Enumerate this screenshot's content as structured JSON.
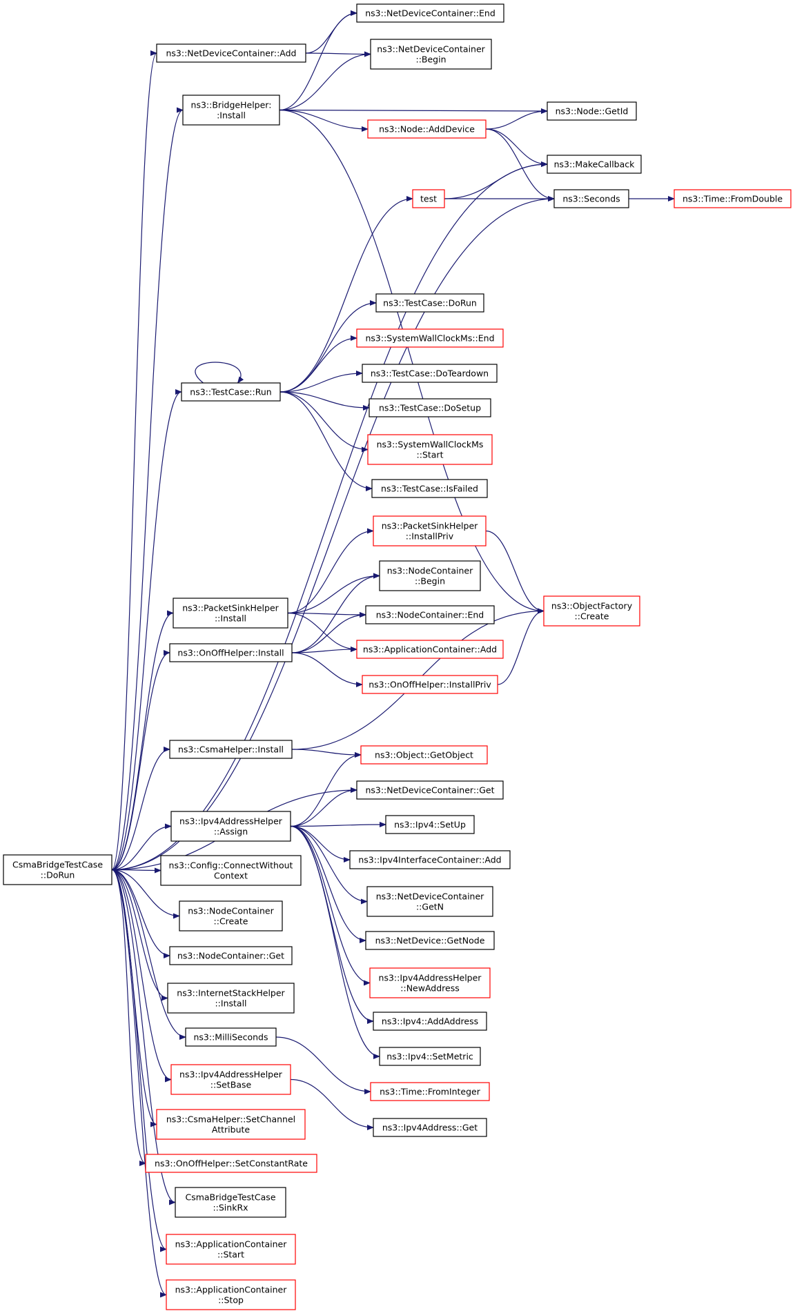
{
  "colors": {
    "edge": "#191970",
    "node_border": "#000000",
    "node_border_incomplete": "#ff0000",
    "root_fill": "#bfbfbf",
    "node_fill": "#ffffff"
  },
  "graph": {
    "root": "doRun",
    "nodes": [
      {
        "id": "doRun",
        "lines": [
          "CsmaBridgeTestCase",
          "::DoRun"
        ],
        "root": true
      },
      {
        "id": "ndcAdd",
        "lines": [
          "ns3::NetDeviceContainer::Add"
        ]
      },
      {
        "id": "ndcEnd",
        "lines": [
          "ns3::NetDeviceContainer::End"
        ]
      },
      {
        "id": "ndcBegin",
        "lines": [
          "ns3::NetDeviceContainer",
          "::Begin"
        ]
      },
      {
        "id": "bridgeInstall",
        "lines": [
          "ns3::BridgeHelper:",
          ":Install"
        ]
      },
      {
        "id": "nodeGetId",
        "lines": [
          "ns3::Node::GetId"
        ]
      },
      {
        "id": "nodeAddDevice",
        "lines": [
          "ns3::Node::AddDevice"
        ],
        "red": true
      },
      {
        "id": "makeCallback",
        "lines": [
          "ns3::MakeCallback"
        ]
      },
      {
        "id": "test",
        "lines": [
          "test"
        ],
        "red": true
      },
      {
        "id": "seconds",
        "lines": [
          "ns3::Seconds"
        ]
      },
      {
        "id": "timeFromDouble",
        "lines": [
          "ns3::Time::FromDouble"
        ],
        "red": true
      },
      {
        "id": "tcDoRun",
        "lines": [
          "ns3::TestCase::DoRun"
        ]
      },
      {
        "id": "swcEnd",
        "lines": [
          "ns3::SystemWallClockMs::End"
        ],
        "red": true
      },
      {
        "id": "tcRun",
        "lines": [
          "ns3::TestCase::Run"
        ]
      },
      {
        "id": "tcDoTeardown",
        "lines": [
          "ns3::TestCase::DoTeardown"
        ]
      },
      {
        "id": "tcDoSetup",
        "lines": [
          "ns3::TestCase::DoSetup"
        ]
      },
      {
        "id": "swcStart",
        "lines": [
          "ns3::SystemWallClockMs",
          "::Start"
        ],
        "red": true
      },
      {
        "id": "tcIsFailed",
        "lines": [
          "ns3::TestCase::IsFailed"
        ]
      },
      {
        "id": "pshInstallPriv",
        "lines": [
          "ns3::PacketSinkHelper",
          "::InstallPriv"
        ],
        "red": true
      },
      {
        "id": "ncBegin",
        "lines": [
          "ns3::NodeContainer",
          "::Begin"
        ]
      },
      {
        "id": "pshInstall",
        "lines": [
          "ns3::PacketSinkHelper",
          "::Install"
        ]
      },
      {
        "id": "ofCreate",
        "lines": [
          "ns3::ObjectFactory",
          "::Create"
        ],
        "red": true
      },
      {
        "id": "ncEnd",
        "lines": [
          "ns3::NodeContainer::End"
        ]
      },
      {
        "id": "onoffInstall",
        "lines": [
          "ns3::OnOffHelper::Install"
        ]
      },
      {
        "id": "appcAdd",
        "lines": [
          "ns3::ApplicationContainer::Add"
        ],
        "red": true
      },
      {
        "id": "onoffInstallPriv",
        "lines": [
          "ns3::OnOffHelper::InstallPriv"
        ],
        "red": true
      },
      {
        "id": "csmaInstall",
        "lines": [
          "ns3::CsmaHelper::Install"
        ]
      },
      {
        "id": "objGetObject",
        "lines": [
          "ns3::Object::GetObject"
        ],
        "red": true
      },
      {
        "id": "ndcGet",
        "lines": [
          "ns3::NetDeviceContainer::Get"
        ]
      },
      {
        "id": "ipv4Assign",
        "lines": [
          "ns3::Ipv4AddressHelper",
          "::Assign"
        ]
      },
      {
        "id": "ipv4SetUp",
        "lines": [
          "ns3::Ipv4::SetUp"
        ]
      },
      {
        "id": "ipv4icAdd",
        "lines": [
          "ns3::Ipv4InterfaceContainer::Add"
        ]
      },
      {
        "id": "cfgConnect",
        "lines": [
          "ns3::Config::ConnectWithout",
          "Context"
        ]
      },
      {
        "id": "ndcGetN",
        "lines": [
          "ns3::NetDeviceContainer",
          "::GetN"
        ]
      },
      {
        "id": "ncCreate",
        "lines": [
          "ns3::NodeContainer",
          "::Create"
        ]
      },
      {
        "id": "ndGetNode",
        "lines": [
          "ns3::NetDevice::GetNode"
        ]
      },
      {
        "id": "ncGet",
        "lines": [
          "ns3::NodeContainer::Get"
        ]
      },
      {
        "id": "ipv4NewAddress",
        "lines": [
          "ns3::Ipv4AddressHelper",
          "::NewAddress"
        ],
        "red": true
      },
      {
        "id": "ishInstall",
        "lines": [
          "ns3::InternetStackHelper",
          "::Install"
        ]
      },
      {
        "id": "ipv4AddAddress",
        "lines": [
          "ns3::Ipv4::AddAddress"
        ]
      },
      {
        "id": "milliSeconds",
        "lines": [
          "ns3::MilliSeconds"
        ]
      },
      {
        "id": "ipv4SetMetric",
        "lines": [
          "ns3::Ipv4::SetMetric"
        ]
      },
      {
        "id": "ipv4SetBase",
        "lines": [
          "ns3::Ipv4AddressHelper",
          "::SetBase"
        ],
        "red": true
      },
      {
        "id": "timeFromInteger",
        "lines": [
          "ns3::Time::FromInteger"
        ],
        "red": true
      },
      {
        "id": "csmaSetChannelAttr",
        "lines": [
          "ns3::CsmaHelper::SetChannel",
          "Attribute"
        ],
        "red": true
      },
      {
        "id": "ipv4AddrGet",
        "lines": [
          "ns3::Ipv4Address::Get"
        ]
      },
      {
        "id": "onoffSetConstantRate",
        "lines": [
          "ns3::OnOffHelper::SetConstantRate"
        ],
        "red": true
      },
      {
        "id": "sinkRx",
        "lines": [
          "CsmaBridgeTestCase",
          "::SinkRx"
        ]
      },
      {
        "id": "appcStart",
        "lines": [
          "ns3::ApplicationContainer",
          "::Start"
        ],
        "red": true
      },
      {
        "id": "appcStop",
        "lines": [
          "ns3::ApplicationContainer",
          "::Stop"
        ],
        "red": true
      }
    ],
    "edges": [
      {
        "from": "doRun",
        "to": "ndcAdd"
      },
      {
        "from": "doRun",
        "to": "bridgeInstall"
      },
      {
        "from": "doRun",
        "to": "makeCallback"
      },
      {
        "from": "doRun",
        "to": "seconds"
      },
      {
        "from": "doRun",
        "to": "tcRun"
      },
      {
        "from": "doRun",
        "to": "pshInstall"
      },
      {
        "from": "doRun",
        "to": "onoffInstall"
      },
      {
        "from": "doRun",
        "to": "csmaInstall"
      },
      {
        "from": "doRun",
        "to": "ndcGet"
      },
      {
        "from": "doRun",
        "to": "ipv4Assign"
      },
      {
        "from": "doRun",
        "to": "cfgConnect"
      },
      {
        "from": "doRun",
        "to": "ncCreate"
      },
      {
        "from": "doRun",
        "to": "ncGet"
      },
      {
        "from": "doRun",
        "to": "ishInstall"
      },
      {
        "from": "doRun",
        "to": "milliSeconds"
      },
      {
        "from": "doRun",
        "to": "ipv4SetBase"
      },
      {
        "from": "doRun",
        "to": "csmaSetChannelAttr"
      },
      {
        "from": "doRun",
        "to": "onoffSetConstantRate"
      },
      {
        "from": "doRun",
        "to": "sinkRx"
      },
      {
        "from": "doRun",
        "to": "appcStart"
      },
      {
        "from": "doRun",
        "to": "appcStop"
      },
      {
        "from": "ndcAdd",
        "to": "ndcEnd"
      },
      {
        "from": "ndcAdd",
        "to": "ndcBegin"
      },
      {
        "from": "bridgeInstall",
        "to": "ndcEnd"
      },
      {
        "from": "bridgeInstall",
        "to": "ndcBegin"
      },
      {
        "from": "bridgeInstall",
        "to": "nodeGetId"
      },
      {
        "from": "bridgeInstall",
        "to": "nodeAddDevice"
      },
      {
        "from": "bridgeInstall",
        "to": "ofCreate"
      },
      {
        "from": "nodeAddDevice",
        "to": "nodeGetId"
      },
      {
        "from": "nodeAddDevice",
        "to": "makeCallback"
      },
      {
        "from": "nodeAddDevice",
        "to": "seconds"
      },
      {
        "from": "test",
        "to": "makeCallback"
      },
      {
        "from": "test",
        "to": "seconds"
      },
      {
        "from": "seconds",
        "to": "timeFromDouble"
      },
      {
        "from": "tcRun",
        "to": "test"
      },
      {
        "from": "tcRun",
        "to": "tcDoRun"
      },
      {
        "from": "tcRun",
        "to": "swcEnd"
      },
      {
        "from": "tcRun",
        "to": "tcDoTeardown"
      },
      {
        "from": "tcRun",
        "to": "tcDoSetup"
      },
      {
        "from": "tcRun",
        "to": "swcStart"
      },
      {
        "from": "tcRun",
        "to": "tcIsFailed"
      },
      {
        "from": "tcRun",
        "to": "tcRun"
      },
      {
        "from": "pshInstall",
        "to": "pshInstallPriv"
      },
      {
        "from": "pshInstall",
        "to": "ncBegin"
      },
      {
        "from": "pshInstall",
        "to": "ncEnd"
      },
      {
        "from": "pshInstall",
        "to": "appcAdd"
      },
      {
        "from": "pshInstallPriv",
        "to": "ofCreate"
      },
      {
        "from": "onoffInstall",
        "to": "ncBegin"
      },
      {
        "from": "onoffInstall",
        "to": "ncEnd"
      },
      {
        "from": "onoffInstall",
        "to": "appcAdd"
      },
      {
        "from": "onoffInstall",
        "to": "onoffInstallPriv"
      },
      {
        "from": "onoffInstallPriv",
        "to": "ofCreate"
      },
      {
        "from": "csmaInstall",
        "to": "ofCreate"
      },
      {
        "from": "csmaInstall",
        "to": "objGetObject"
      },
      {
        "from": "ipv4Assign",
        "to": "objGetObject"
      },
      {
        "from": "ipv4Assign",
        "to": "ndcGet"
      },
      {
        "from": "ipv4Assign",
        "to": "ipv4SetUp"
      },
      {
        "from": "ipv4Assign",
        "to": "ipv4icAdd"
      },
      {
        "from": "ipv4Assign",
        "to": "ndcGetN"
      },
      {
        "from": "ipv4Assign",
        "to": "ndGetNode"
      },
      {
        "from": "ipv4Assign",
        "to": "ipv4NewAddress"
      },
      {
        "from": "ipv4Assign",
        "to": "ipv4AddAddress"
      },
      {
        "from": "ipv4Assign",
        "to": "ipv4SetMetric"
      },
      {
        "from": "milliSeconds",
        "to": "timeFromInteger"
      },
      {
        "from": "ipv4SetBase",
        "to": "ipv4AddrGet"
      }
    ]
  }
}
